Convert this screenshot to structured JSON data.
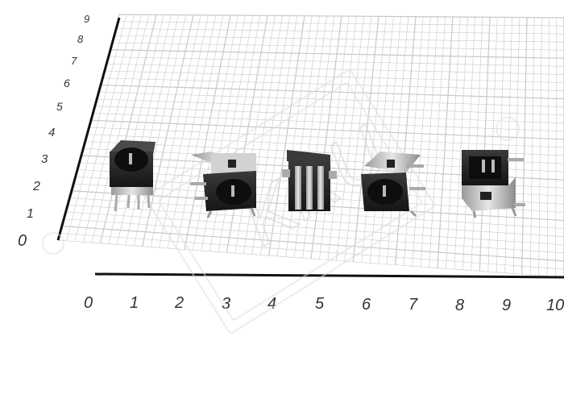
{
  "scale": {
    "left_ticks": [
      "0",
      "1",
      "2",
      "3",
      "4",
      "5",
      "6",
      "7",
      "8",
      "9"
    ],
    "bottom_ticks": [
      "0",
      "1",
      "2",
      "3",
      "4",
      "5",
      "6",
      "7",
      "8",
      "9",
      "10"
    ]
  },
  "watermark": {
    "text": "KRU"
  },
  "colors": {
    "grid_line": "#c8c8c8",
    "axis": "#111111",
    "part_body": "#222222",
    "metal": "#c9c9c9",
    "watermark": "#e0e0e0"
  },
  "objects": [
    {
      "label": ""
    },
    {
      "label": ""
    },
    {
      "label": ""
    },
    {
      "label": ""
    },
    {
      "label": ""
    }
  ]
}
